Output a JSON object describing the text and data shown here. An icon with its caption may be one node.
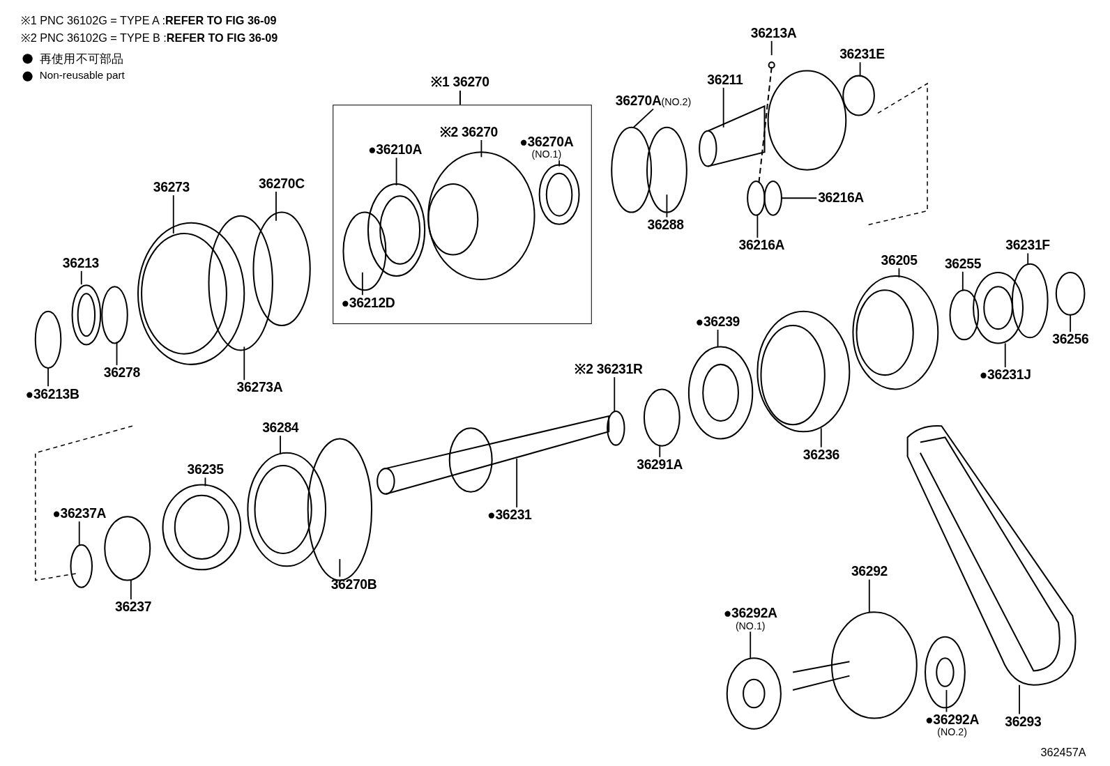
{
  "diagram": {
    "nodes": [
      {
        "text": [
          "※1 36270"
        ]
      },
      {
        "text": [
          "●36210A"
        ],
        "in": 0
      },
      {
        "text": [
          "※2 36270"
        ],
        "in": 0
      },
      {
        "text": [
          "●36270A",
          "(NO.1)"
        ],
        "in": 0
      },
      {
        "text": [
          "●36212D"
        ],
        "in": 0
      },
      {
        "text": [
          "36273"
        ]
      },
      {
        "text": [
          "36270C"
        ]
      },
      {
        "text": [
          "36213"
        ]
      },
      {
        "text": [
          "36278"
        ]
      },
      {
        "text": [
          "●36213B"
        ]
      },
      {
        "text": [
          "36273A"
        ]
      },
      {
        "text": [
          "36270A",
          "(NO.2)"
        ]
      },
      {
        "text": [
          "36211"
        ]
      },
      {
        "text": [
          "36213A"
        ]
      },
      {
        "text": [
          "36231E"
        ]
      },
      {
        "text": [
          "36288"
        ]
      },
      {
        "text": [
          "36216A"
        ]
      },
      {
        "text": [
          "36216A"
        ]
      },
      {
        "text": [
          "36205"
        ]
      },
      {
        "text": [
          "36255"
        ]
      },
      {
        "text": [
          "36231F"
        ]
      },
      {
        "text": [
          "36256"
        ]
      },
      {
        "text": [
          "●36231J"
        ]
      },
      {
        "text": [
          "●36239"
        ]
      },
      {
        "text": [
          "※2 36231R"
        ]
      },
      {
        "text": [
          "36291A"
        ]
      },
      {
        "text": [
          "36236"
        ]
      },
      {
        "text": [
          "36284"
        ]
      },
      {
        "text": [
          "36235"
        ]
      },
      {
        "text": [
          "●36237A"
        ]
      },
      {
        "text": [
          "36237"
        ]
      },
      {
        "text": [
          "36270B"
        ]
      },
      {
        "text": [
          "●36231"
        ]
      },
      {
        "text": [
          "36292"
        ]
      },
      {
        "text": [
          "●36292A",
          "(NO.1)"
        ]
      },
      {
        "text": [
          "●36292A",
          "(NO.2)"
        ]
      },
      {
        "text": [
          "36293"
        ]
      }
    ],
    "edges": [
      {
        "from": 1,
        "to": null,
        "arrow": "none"
      },
      {
        "from": 2,
        "to": null,
        "arrow": "none"
      },
      {
        "from": 3,
        "to": null,
        "arrow": "none"
      },
      {
        "from": 4,
        "to": null,
        "arrow": "none"
      },
      {
        "from": 5,
        "to": null,
        "arrow": "none"
      },
      {
        "from": 6,
        "to": null,
        "arrow": "none"
      },
      {
        "from": 7,
        "to": null,
        "arrow": "none"
      },
      {
        "from": 8,
        "to": null,
        "arrow": "none"
      },
      {
        "from": 9,
        "to": null,
        "arrow": "none"
      },
      {
        "from": 10,
        "to": null,
        "arrow": "none"
      },
      {
        "from": 11,
        "to": null,
        "arrow": "none"
      },
      {
        "from": 12,
        "to": null,
        "arrow": "none"
      },
      {
        "from": 13,
        "to": null,
        "arrow": "none"
      },
      {
        "from": 14,
        "to": null,
        "arrow": "none"
      },
      {
        "from": 15,
        "to": null,
        "arrow": "none"
      },
      {
        "from": 16,
        "to": null,
        "arrow": "none"
      },
      {
        "from": 17,
        "to": null,
        "arrow": "none"
      },
      {
        "from": 18,
        "to": null,
        "arrow": "none"
      },
      {
        "from": 19,
        "to": null,
        "arrow": "none"
      },
      {
        "from": 20,
        "to": null,
        "arrow": "none"
      },
      {
        "from": 21,
        "to": null,
        "arrow": "none"
      },
      {
        "from": 22,
        "to": null,
        "arrow": "none"
      },
      {
        "from": 23,
        "to": null,
        "arrow": "none"
      },
      {
        "from": 24,
        "to": null,
        "arrow": "none"
      },
      {
        "from": 25,
        "to": null,
        "arrow": "none"
      },
      {
        "from": 26,
        "to": null,
        "arrow": "none"
      },
      {
        "from": 27,
        "to": null,
        "arrow": "none"
      },
      {
        "from": 28,
        "to": null,
        "arrow": "none"
      },
      {
        "from": 29,
        "to": null,
        "arrow": "none"
      },
      {
        "from": 30,
        "to": null,
        "arrow": "none"
      },
      {
        "from": 31,
        "to": null,
        "arrow": "none"
      },
      {
        "from": 32,
        "to": null,
        "arrow": "none"
      },
      {
        "from": 33,
        "to": null,
        "arrow": "none"
      },
      {
        "from": 34,
        "to": null,
        "arrow": "none"
      },
      {
        "from": 35,
        "to": null,
        "arrow": "none"
      },
      {
        "from": 36,
        "to": null,
        "arrow": "none"
      }
    ],
    "labels": [
      "※1 PNC 36102G = TYPE A :**REFER TO FIG 36-09**",
      "※2 PNC 36102G = TYPE B :**REFER TO FIG 36-09**",
      "362457A"
    ],
    "legend": [
      {
        "text": "再使用不可部品"
      },
      {
        "text": "Non-reusable part"
      }
    ]
  }
}
